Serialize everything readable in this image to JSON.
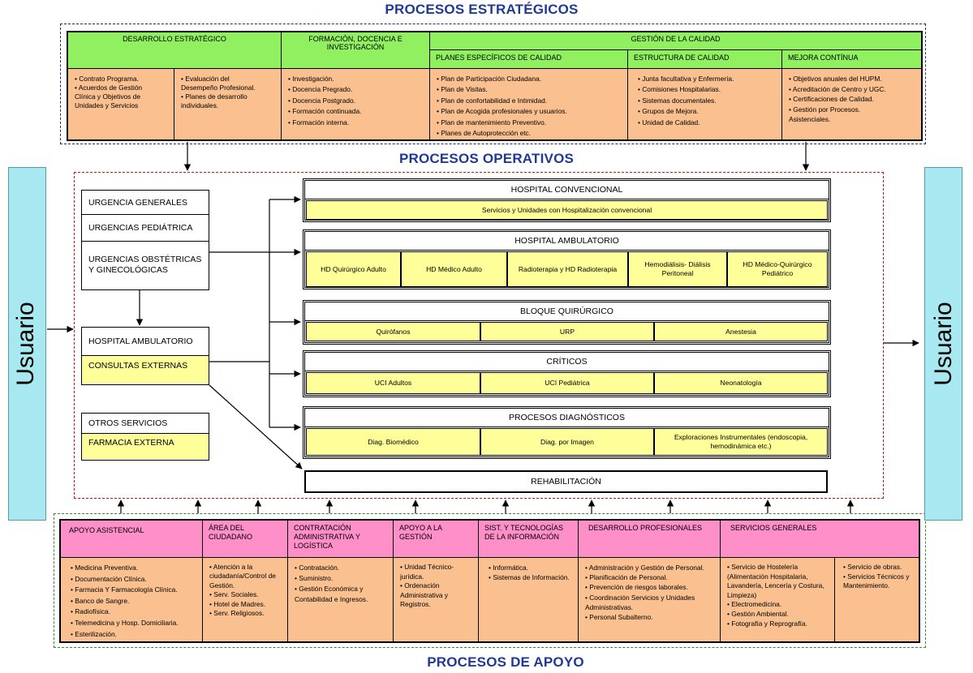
{
  "titles": {
    "estrategicos": "PROCESOS ESTRATÉGICOS",
    "operativos": "PROCESOS OPERATIVOS",
    "apoyo": "PROCESOS DE APOYO"
  },
  "usuario": {
    "left": "Usuario",
    "right": "Usuario"
  },
  "estrategicos": {
    "desarrollo": {
      "header": "DESARROLLO ESTRATÉGICO",
      "col1": [
        "• Contrato Programa.",
        "• Acuerdos de Gestión",
        "Clínica y Objetivos de",
        "Unidades y Servicios"
      ],
      "col2": [
        "• Evaluación del",
        "Desempeño Profesional.",
        "• Planes de desarrollo",
        "individuales."
      ]
    },
    "formacion": {
      "header": "FORMACIÓN, DOCENCIA E INVESTIGACIÓN",
      "items": [
        "• Investigación.",
        "• Docencia Pregrado.",
        "• Docencia Postgrado.",
        "• Formación continuada.",
        "• Formación interna."
      ]
    },
    "calidad": {
      "header": "GESTIÓN DE LA CALIDAD",
      "planes": {
        "header": "PLANES ESPECÍFICOS DE CALIDAD",
        "items": [
          "• Plan de Participación Ciudadana.",
          "• Plan de Visitas.",
          "• Plan de confortabilidad e Intimidad.",
          "• Plan de Acogida profesionales y usuarios.",
          "• Plan de mantenimiento Preventivo.",
          "• Planes de Autoprotección etc."
        ]
      },
      "estructura": {
        "header": "ESTRUCTURA DE CALIDAD",
        "items": [
          "• Junta facultativa y Enfermería.",
          "• Comisiones Hospitalarias.",
          "• Sistemas documentales.",
          "• Grupos de Mejora.",
          "• Unidad de Calidad."
        ]
      },
      "mejora": {
        "header": "MEJORA CONTÍNUA",
        "items": [
          "• Objetivos anuales del HUPM.",
          "• Acreditación de Centro y UGC.",
          "• Certificaciones de Calidad.",
          "• Gestión por Procesos.",
          "Asistenciales."
        ]
      }
    }
  },
  "operativos": {
    "urgencias": [
      "URGENCIA GENERALES",
      "URGENCIAS PEDIÁTRICA",
      "URGENCIAS OBSTÉTRICAS Y GINECOLÓGICAS"
    ],
    "ambulatorio_left": {
      "title": "HOSPITAL AMBULATORIO",
      "sub": "CONSULTAS EXTERNAS"
    },
    "otros": {
      "title": "OTROS SERVICIOS",
      "sub": "FARMACIA EXTERNA"
    },
    "convencional": {
      "title": "HOSPITAL CONVENCIONAL",
      "sub": "Servicios y Unidades con Hospitalización convencional"
    },
    "ambulatorio": {
      "title": "HOSPITAL AMBULATORIO",
      "subs": [
        "HD Quirúrgico Adulto",
        "HD Médico Adulto",
        "Radioterapia y HD Radioterapia",
        "Hemodiálisis- Diálisis Peritoneal",
        "HD Médico-Quirúrgico Pediátrico"
      ]
    },
    "quirurgico": {
      "title": "BLOQUE QUIRÚRGICO",
      "subs": [
        "Quirófanos",
        "URP",
        "Anestesia"
      ]
    },
    "criticos": {
      "title": "CRÍTICOS",
      "subs": [
        "UCI Adultos",
        "UCI Pediátrica",
        "Neonatología"
      ]
    },
    "diagnosticos": {
      "title": "PROCESOS DIAGNÓSTICOS",
      "subs": [
        "Diag. Biomédico",
        "Diag. por Imagen",
        "Exploraciones Instrumentales (endoscopia, hemodinámica etc.)"
      ]
    },
    "rehabilitacion": "REHABILITACIÓN"
  },
  "apoyo": {
    "asistencial": {
      "header": "APOYO ASISTENCIAL",
      "items": [
        "• Medicina Preventiva.",
        "• Documentación Clínica.",
        "• Farmacia Y Farmacología  Clínica.",
        "• Banco de Sangre.",
        "• Radiofísica.",
        "• Telemedicina  y Hosp. Domiciliaria.",
        "• Esterilización."
      ]
    },
    "ciudadano": {
      "header": "ÁREA DEL CIUDADANO",
      "items": [
        "• Atención a la ciudadanía/Control de Gestión.",
        "• Serv. Sociales.",
        "• Hotel de Madres.",
        "• Serv. Religiosos."
      ]
    },
    "contratacion": {
      "header": "CONTRATACIÓN ADMINISTRATIVA Y LOGÍSTICA",
      "items": [
        "• Contratación.",
        "• Suministro.",
        "• Gestión Económica y Contabilidad e Ingresos."
      ]
    },
    "gestion": {
      "header": "APOYO A LA GESTIÓN",
      "items": [
        "• Unidad Técnico-jurídica.",
        "• Ordenación Administrativa y Registros."
      ]
    },
    "sistemas": {
      "header": "SIST. Y TECNOLOGÍAS DE LA INFORMACIÓN",
      "items": [
        "• Informática.",
        "• Sistemas de Información."
      ]
    },
    "desarrollo": {
      "header": "DESARROLLO  PROFESIONALES",
      "items": [
        "• Administración y  Gestión de Personal.",
        "• Planificación de Personal.",
        "• Prevención de riesgos laborales.",
        "• Coordinación Servicios y Unidades Administrativas.",
        "• Personal Subalterno."
      ]
    },
    "generales": {
      "header": "SERVICIOS GENERALES",
      "col1": [
        "• Servicio de Hostelería (Alimentación Hospitalaria, Lavandería, Lencería y Costura, Limpieza)",
        "• Electromedicina.",
        "• Gestión Ambiental.",
        "• Fotografía y Reprografía."
      ],
      "col2": [
        "• Servicio de obras.",
        "• Servicios Técnicos y Mantenimiento."
      ]
    }
  }
}
